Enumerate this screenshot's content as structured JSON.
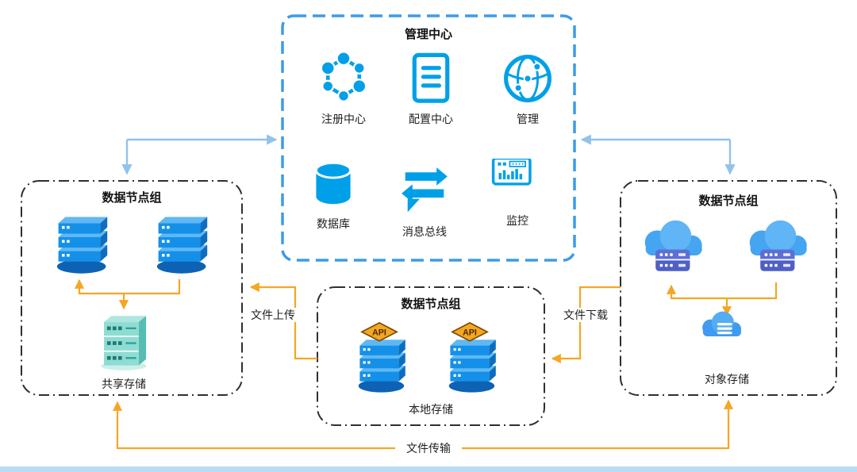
{
  "management_center": {
    "title": "管理中心",
    "items": [
      {
        "label": "注册中心"
      },
      {
        "label": "配置中心"
      },
      {
        "label": "管理"
      },
      {
        "label": "数据库"
      },
      {
        "label": "消息总线"
      },
      {
        "label": "监控"
      }
    ]
  },
  "left_group": {
    "title": "数据节点组",
    "storage_label": "共享存储"
  },
  "center_group": {
    "title": "数据节点组",
    "storage_label": "本地存储",
    "api_badge": "API"
  },
  "right_group": {
    "title": "数据节点组",
    "storage_label": "对象存储"
  },
  "flows": {
    "upload": "文件上传",
    "download": "文件下载",
    "transfer": "文件传输"
  },
  "colors": {
    "icon_cyan": "#00A0E9",
    "management_border": "#3D9BE9",
    "node_box_border": "#2f2f2f",
    "arrow_orange": "#F5A623",
    "arrow_blue": "#90C3EA",
    "bottom_strip": "#B7DCF4"
  }
}
